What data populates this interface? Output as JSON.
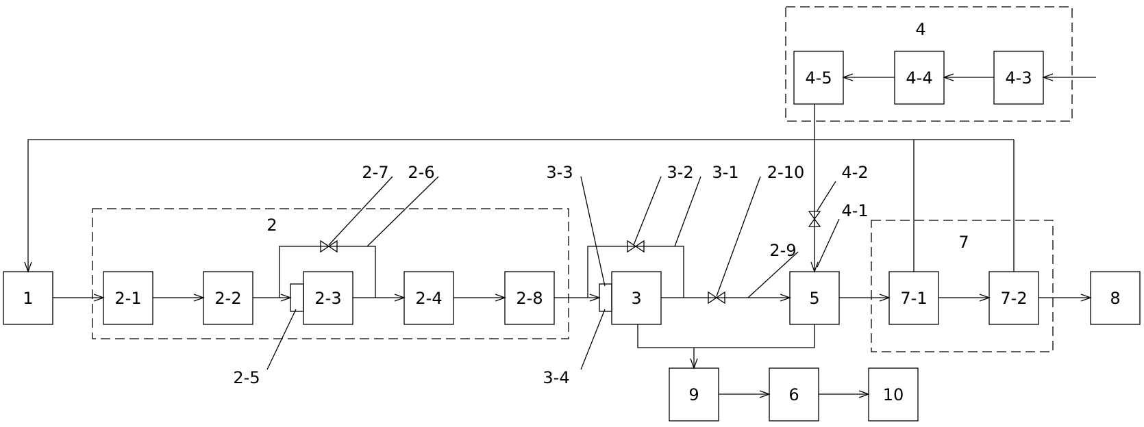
{
  "diagram": {
    "colors": {
      "line": "#000000",
      "background": "#ffffff"
    },
    "boxes": {
      "b1": "1",
      "b2_1": "2-1",
      "b2_2": "2-2",
      "b2_3": "2-3",
      "b2_4": "2-4",
      "b2_8": "2-8",
      "b3": "3",
      "b5": "5",
      "b7_1": "7-1",
      "b7_2": "7-2",
      "b8": "8",
      "b9": "9",
      "b6": "6",
      "b10": "10",
      "b4_5": "4-5",
      "b4_4": "4-4",
      "b4_3": "4-3"
    },
    "groups": {
      "g2": "2",
      "g4": "4",
      "g7": "7"
    },
    "callouts": {
      "c2_7": "2-7",
      "c2_6": "2-6",
      "c2_5": "2-5",
      "c3_3": "3-3",
      "c3_2": "3-2",
      "c3_1": "3-1",
      "c3_4": "3-4",
      "c2_10": "2-10",
      "c2_9": "2-9",
      "c4_2": "4-2",
      "c4_1": "4-1"
    }
  }
}
